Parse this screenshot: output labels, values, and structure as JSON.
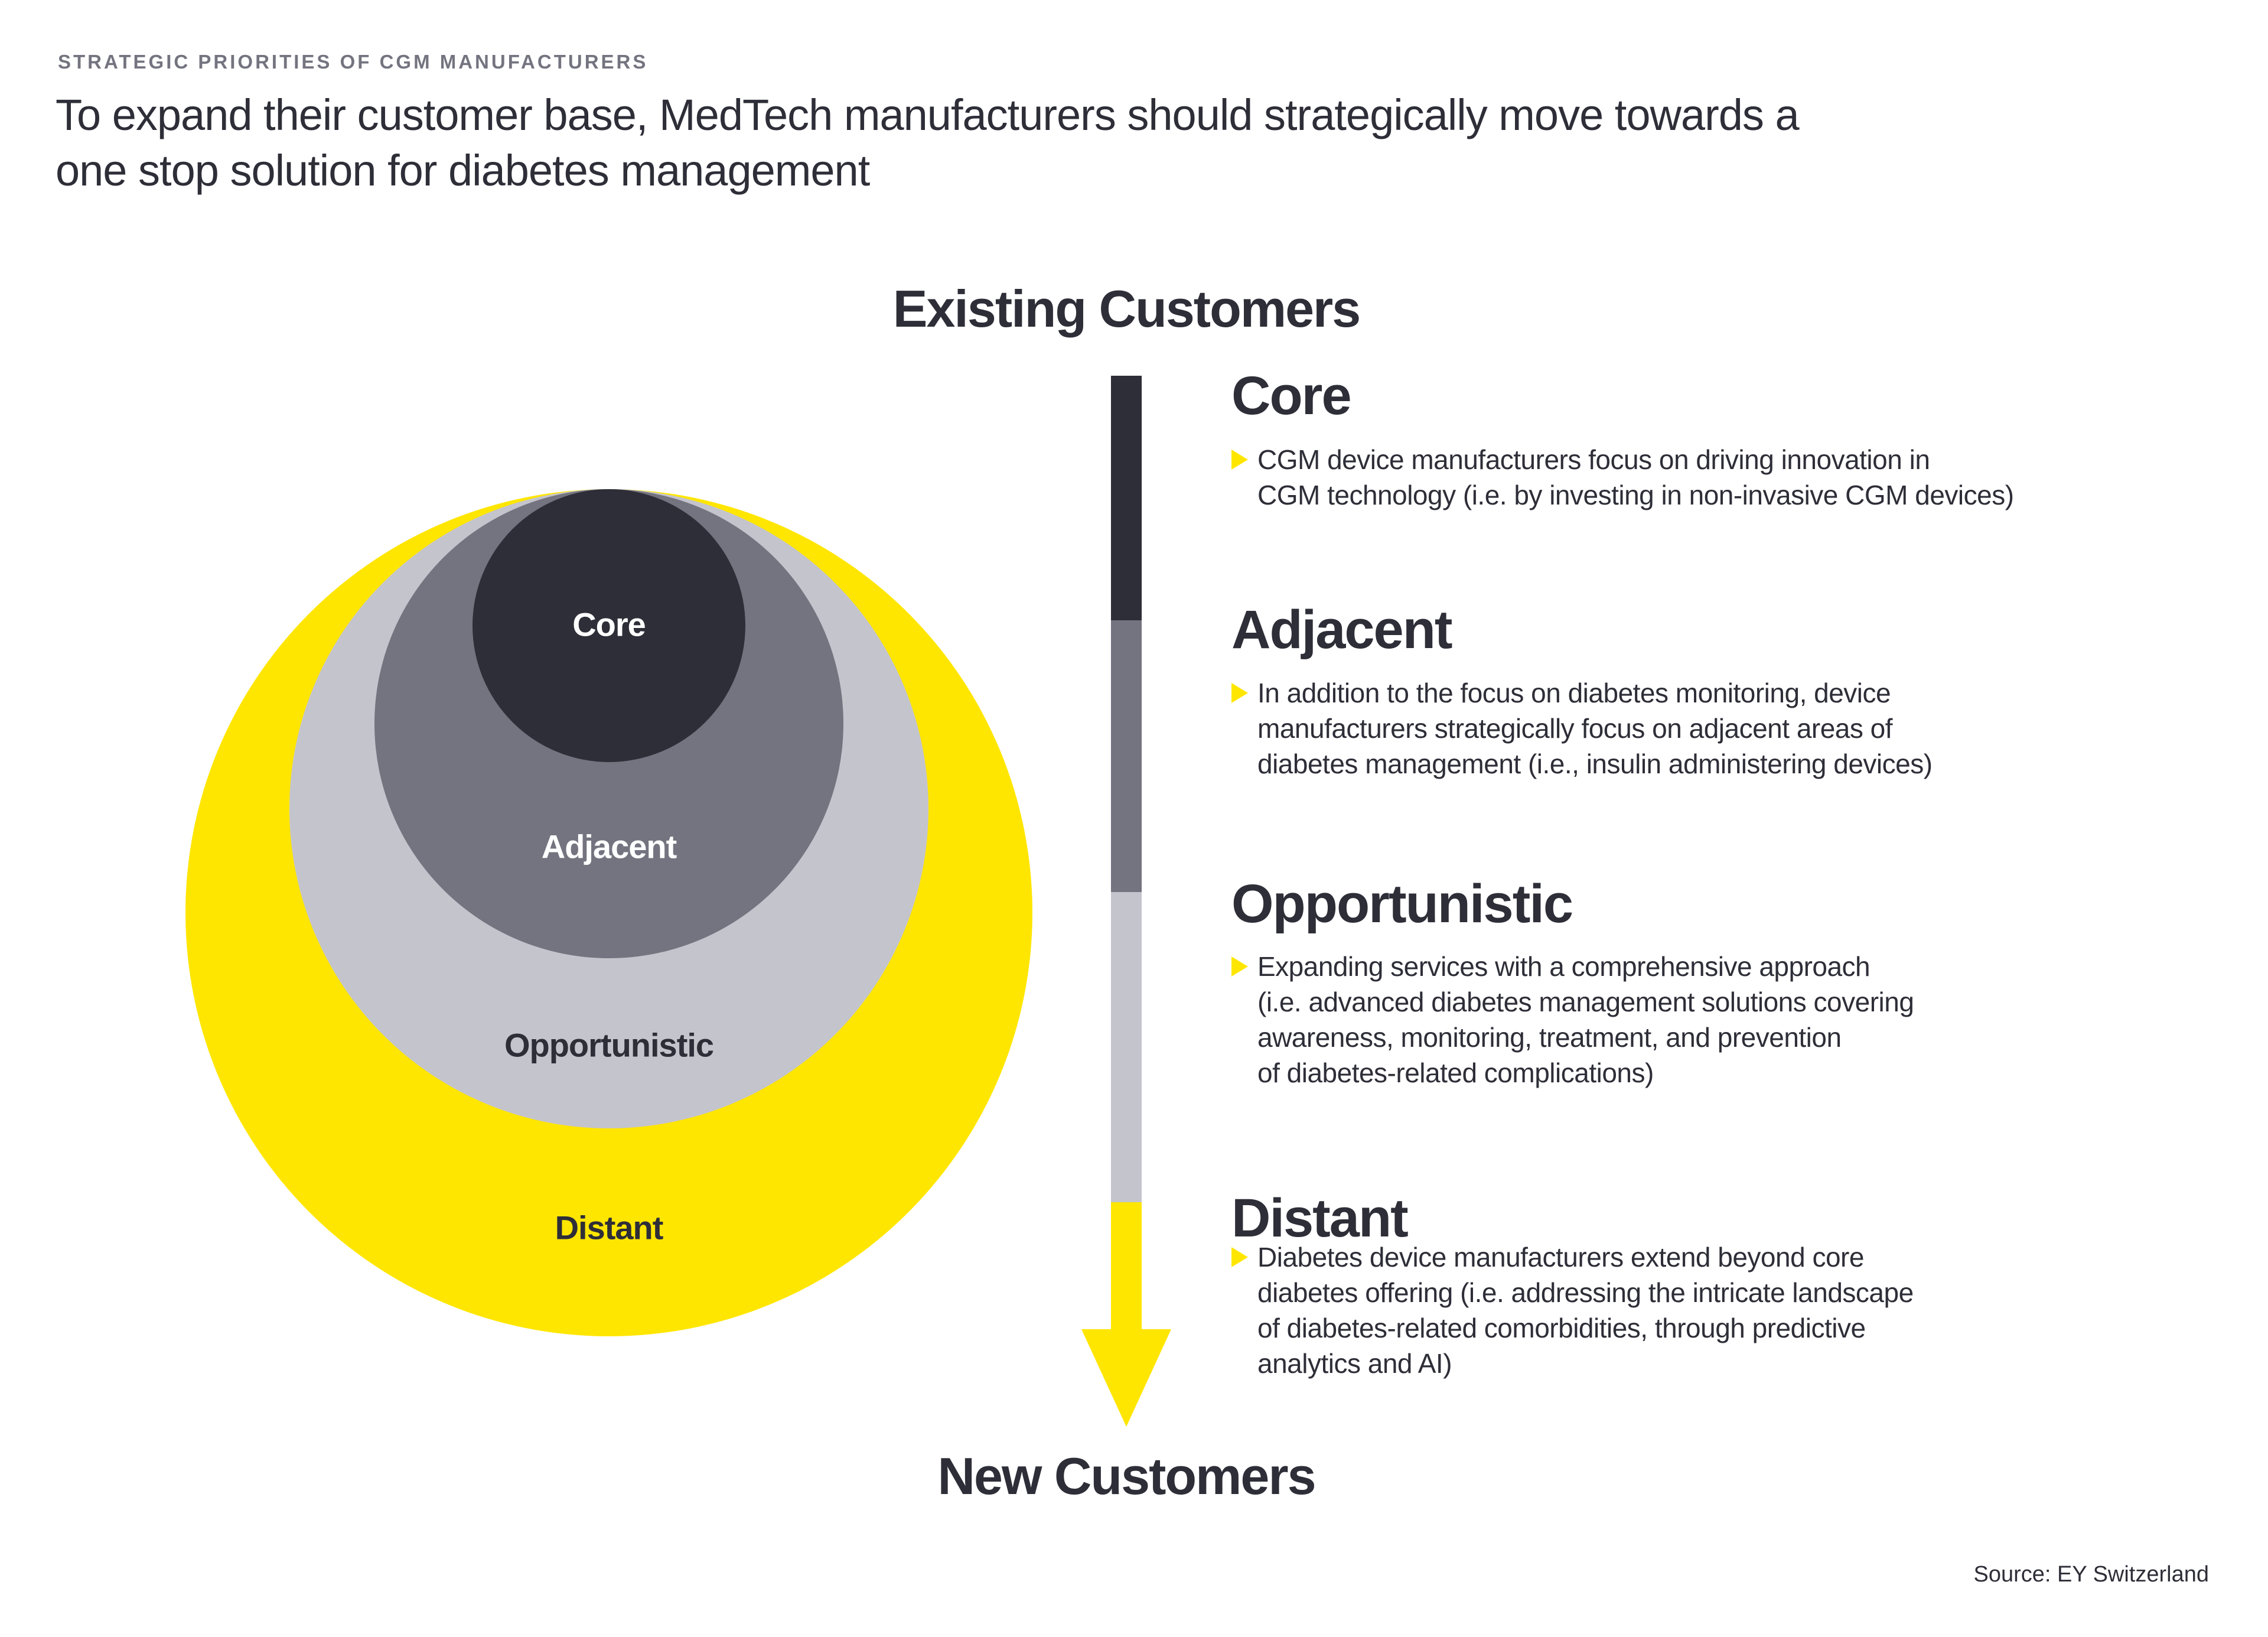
{
  "page": {
    "eyebrow": "STRATEGIC PRIORITIES OF CGM MANUFACTURERS",
    "title_line1": "To expand their customer base, MedTech manufacturers should strategically move towards a",
    "title_line2": "one stop solution for diabetes management",
    "source": "Source: EY Switzerland"
  },
  "axis": {
    "top_label": "Existing Customers",
    "bottom_label": "New Customers"
  },
  "colors": {
    "core_dark": "#2E2E38",
    "adjacent_gray": "#747480",
    "opportunistic_light_gray": "#C4C4CD",
    "distant_yellow": "#FFE600",
    "core_label_text": "#FFFFFF",
    "body_text": "#2E2E38",
    "eyebrow_text": "#747480"
  },
  "venn": {
    "rings": [
      {
        "label": "Core",
        "color": "#2E2E38",
        "text_color": "#FFFFFF"
      },
      {
        "label": "Adjacent",
        "color": "#747480",
        "text_color": "#FFFFFF"
      },
      {
        "label": "Opportunistic",
        "color": "#C4C4CD",
        "text_color": "#2E2E38"
      },
      {
        "label": "Distant",
        "color": "#FFE600",
        "text_color": "#2E2E38"
      }
    ]
  },
  "sections": [
    {
      "title": "Core",
      "bullet": "CGM device manufacturers focus on driving innovation in\nCGM technology (i.e. by investing in non-invasive CGM devices)"
    },
    {
      "title": "Adjacent",
      "bullet": "In addition to the focus on diabetes monitoring, device\nmanufacturers strategically focus on adjacent areas of\ndiabetes management (i.e., insulin administering devices)"
    },
    {
      "title": "Opportunistic",
      "bullet": "Expanding services with a comprehensive approach\n(i.e. advanced diabetes management solutions covering\nawareness, monitoring, treatment, and prevention\nof diabetes-related complications)"
    },
    {
      "title": "Distant",
      "bullet": "Diabetes device manufacturers extend beyond core\ndiabetes offering (i.e. addressing the intricate landscape\nof diabetes-related comorbidities, through predictive\nanalytics and AI)"
    }
  ]
}
